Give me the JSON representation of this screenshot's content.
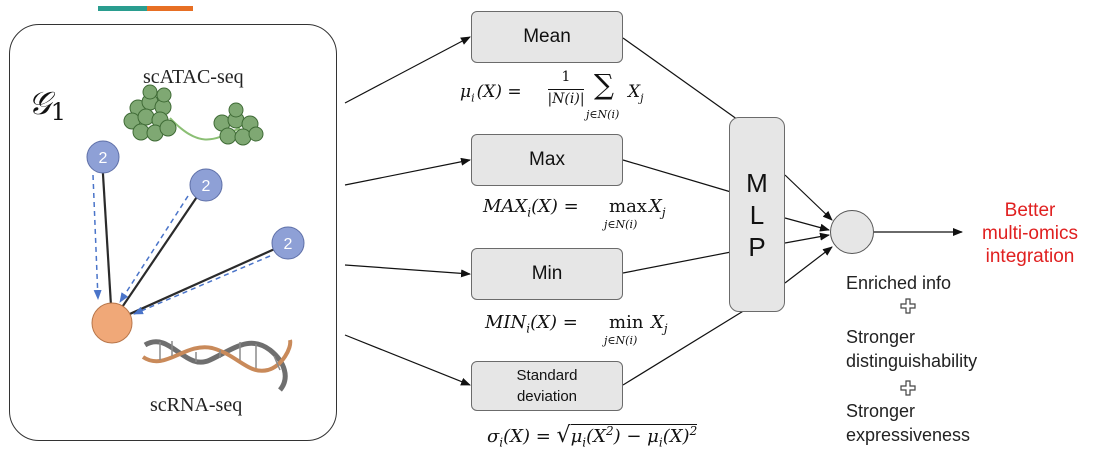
{
  "colors": {
    "accent_teal": "#2a9d8f",
    "accent_orange": "#e76f24",
    "neighbor_node": "#8ea0d6",
    "center_node": "#f0a878",
    "result_red": "#e02020",
    "box_fill": "#e6e6e6",
    "dashed_arrow": "#4a74c9"
  },
  "graph": {
    "title_main": "𝒢",
    "title_sub": "1",
    "atac_label": "scATAC-seq",
    "rna_label": "scRNA-seq",
    "neighbor_labels": [
      "2",
      "2",
      "2"
    ],
    "icons": [
      "chromatin-cluster-icon",
      "dna-double-helix-icon"
    ]
  },
  "aggregators": {
    "mean": "Mean",
    "max": "Max",
    "min": "Min",
    "std_line1": "Standard",
    "std_line2": "deviation"
  },
  "formulas": {
    "mean": {
      "lhs": "μ",
      "lhs_sub": "i",
      "arg": "(X) =",
      "num": "1",
      "den": "|N(i)|",
      "sum": "∑",
      "sum_sub": "j∈N(i)",
      "term": "X",
      "term_sub": "j"
    },
    "max": {
      "lhs": "MAX",
      "lhs_sub": "i",
      "arg": "(X) =",
      "op": "max",
      "op_sub": "j∈N(i)",
      "term": "X",
      "term_sub": "j"
    },
    "min": {
      "lhs": "MIN",
      "lhs_sub": "i",
      "arg": "(X) =",
      "op": "min",
      "op_sub": "j∈N(i)",
      "term": "X",
      "term_sub": "j"
    },
    "std": {
      "lhs": "σ",
      "lhs_sub": "i",
      "arg": "(X) =",
      "radical": "√",
      "body": "μ",
      "body_sub": "i",
      "body_arg": "(X",
      "body_sup": "2",
      "mid": ") − μ",
      "mid_sub": "i",
      "tail": "(X)",
      "tail_sup": "2"
    }
  },
  "mlp": {
    "letters": [
      "M",
      "L",
      "P"
    ]
  },
  "result": {
    "line1": "Better",
    "line2": "multi-omics",
    "line3": "integration"
  },
  "benefits": {
    "item1": "Enriched info",
    "item2a": "Stronger",
    "item2b": "distinguishability",
    "item3a": "Stronger",
    "item3b": "expressiveness",
    "plus_icon": "plus-outline-icon"
  }
}
